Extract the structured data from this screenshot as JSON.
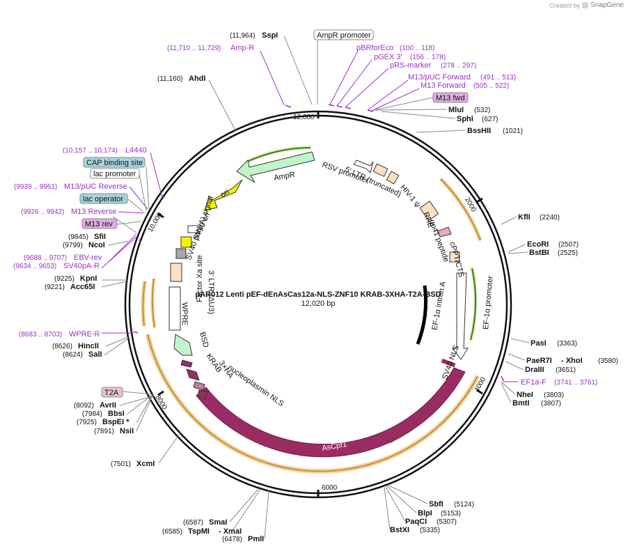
{
  "watermark": {
    "created_by": "Created by",
    "brand": "SnapGene"
  },
  "title": {
    "name": "pAR012 Lenti pEF-dEnAsCas12a-NLS-ZNF10 KRAB-3XHA-T2A-BSD",
    "length": "12,020 bp"
  },
  "colors": {
    "backbone": "#111111",
    "primer": "#9b30c8",
    "cas": "#9a2c63",
    "ampr": "#bff5c8",
    "bsd": "#c6f2d0",
    "feature_box": "#fde0c4",
    "ori": "#f4f400",
    "terminator": "#a8a8a8",
    "orf": "#e6b864",
    "orf_dark": "#4a7a10",
    "label_box_blue": "#a6d4dd",
    "label_box_pink": "#e1ace0"
  },
  "ticks": [
    {
      "label": "12,000"
    },
    {
      "label": "2000"
    },
    {
      "label": "4000"
    },
    {
      "label": "6000"
    },
    {
      "label": "8000"
    },
    {
      "label": "10,000"
    }
  ],
  "enzymes_right": [
    {
      "name": "MluI",
      "pos": "(532)"
    },
    {
      "name": "SphI",
      "pos": "(627)"
    },
    {
      "name": "BssHII",
      "pos": "(1021)"
    },
    {
      "name": "KflI",
      "pos": "(2240)"
    },
    {
      "name": "EcoRI",
      "pos": "(2507)"
    },
    {
      "name": "BstBI",
      "pos": "(2525)"
    },
    {
      "name": "PasI",
      "pos": "(3363)"
    },
    {
      "name": "PaeR7I",
      "pos": ""
    },
    {
      "name": "- XhoI",
      "pos": "(3580)"
    },
    {
      "name": "DraIII",
      "pos": "(3651)"
    },
    {
      "name": "NheI",
      "pos": "(3803)"
    },
    {
      "name": "BmtI",
      "pos": "(3807)"
    },
    {
      "name": "SbfI",
      "pos": "(5124)"
    },
    {
      "name": "BlpI",
      "pos": "(5153)"
    },
    {
      "name": "PaqCI",
      "pos": "(5307)"
    },
    {
      "name": "BstXI",
      "pos": "(5335)"
    }
  ],
  "enzymes_left": [
    {
      "name": "SspI",
      "pos": "(11,964)"
    },
    {
      "name": "AhdI",
      "pos": "(11,160)"
    },
    {
      "name": "SfiI",
      "pos": "(9845)"
    },
    {
      "name": "NcoI",
      "pos": "(9799)"
    },
    {
      "name": "KpnI",
      "pos": "(9225)"
    },
    {
      "name": "Acc65I",
      "pos": "(9221)"
    },
    {
      "name": "HincII",
      "pos": "(8626)"
    },
    {
      "name": "SalI",
      "pos": "(8624)"
    },
    {
      "name": "AvrII",
      "pos": "(8092)"
    },
    {
      "name": "BbsI",
      "pos": "(7984)"
    },
    {
      "name": "BspEI *",
      "pos": "(7925)"
    },
    {
      "name": "NsiI",
      "pos": "(7891)"
    },
    {
      "name": "XcmI",
      "pos": "(7501)"
    },
    {
      "name": "SmaI",
      "pos": "(6587)"
    },
    {
      "name": "TspMI",
      "pos": "(6585)"
    },
    {
      "name": "- XmaI",
      "pos": ""
    },
    {
      "name": "PmlI",
      "pos": "(6478)"
    }
  ],
  "primers_right": [
    {
      "name": "pBRforEco",
      "range": "(100 .. 118)"
    },
    {
      "name": "pGEX 3'",
      "range": "(156 .. 178)"
    },
    {
      "name": "pRS-marker",
      "range": "(278 .. 297)"
    },
    {
      "name": "M13/pUC Forward",
      "range": "(491 .. 513)"
    },
    {
      "name": "M13 Forward",
      "range": "(505 .. 522)"
    },
    {
      "name": "EF1a-F",
      "range": "(3741 .. 3761)"
    }
  ],
  "primers_left": [
    {
      "name": "Amp-R",
      "range": "(11,710 .. 11,729)"
    },
    {
      "name": "L4440",
      "range": "(10,157 .. 10,174)"
    },
    {
      "name": "M13/pUC Reverse",
      "range": "(9939 .. 9961)"
    },
    {
      "name": "M13 Reverse",
      "range": "(9926 .. 9942)"
    },
    {
      "name": "EBV-rev",
      "range": "(9688 .. 9707)"
    },
    {
      "name": "SV40pA-R",
      "range": "(9634 .. 9653)"
    },
    {
      "name": "WPRE-R",
      "range": "(8683 .. 8703)"
    }
  ],
  "boxed_labels": {
    "ampr_promoter": "AmpR promoter",
    "m13_fwd": "M13 fwd",
    "cap_binding": "CAP binding site",
    "lac_promoter": "lac promoter",
    "lac_operator": "lac operator",
    "m13_rev": "M13 rev",
    "t2a": "T2A"
  },
  "features": {
    "ampr": "AmpR",
    "ori": "ori",
    "rsv_promoter": "RSV promoter",
    "ltr5": "5' LTR (truncated)",
    "hiv_psi": "HIV-1 ψ",
    "rre": "RRE",
    "gp41": "gp41 peptide",
    "cppt": "cPPT/CTS",
    "ef1a_promoter": "EF-1α promoter",
    "ef1a_intron": "EF-1α intron A",
    "sv40_nls": "SV40 NLS",
    "ascpf1": "AsCpf1",
    "nucleoplasmin": "nucleoplasmin NLS",
    "krab": "KRAB",
    "ha3": "3×HA",
    "bsd": "BSD",
    "wpre": "WPRE",
    "ltr3": "3' LTR (ΔU3)",
    "sv40_polya": "SV40 poly(A) signal",
    "sv40_ori": "SV40 ori",
    "factor_xa": "Factor Xa site"
  }
}
